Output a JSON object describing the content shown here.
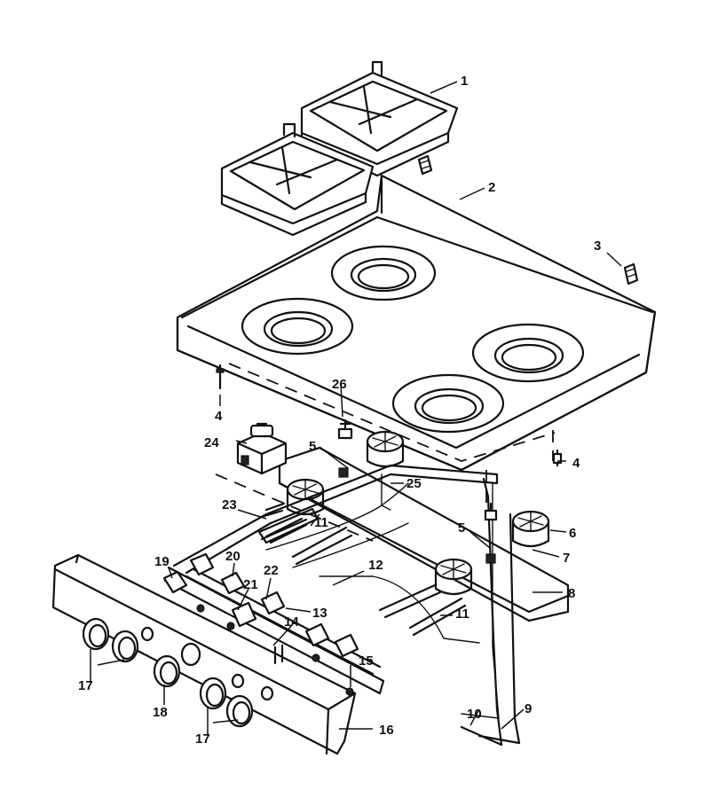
{
  "callouts": {
    "c1": "1",
    "c2": "2",
    "c3": "3",
    "c4a": "4",
    "c4b": "4",
    "c5a": "5",
    "c5b": "5",
    "c6": "6",
    "c7": "7",
    "c8": "8",
    "c9": "9",
    "c10": "10",
    "c11a": "11",
    "c11b": "11",
    "c12": "12",
    "c13": "13",
    "c14": "14",
    "c15": "15",
    "c16": "16",
    "c17a": "17",
    "c17b": "17",
    "c18": "18",
    "c19": "19",
    "c20": "20",
    "c21": "21",
    "c22": "22",
    "c23": "23",
    "c24": "24",
    "c25": "25",
    "c26": "26"
  }
}
